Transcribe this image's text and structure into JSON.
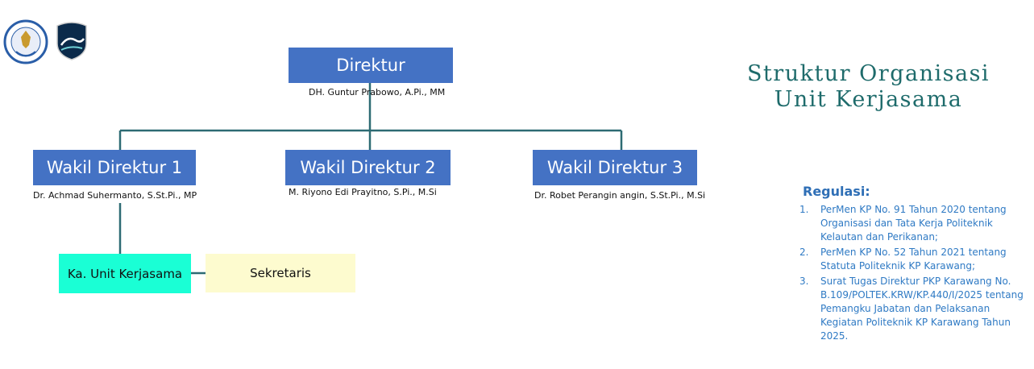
{
  "title": {
    "line1": "Struktur Organisasi",
    "line2": "Unit Kerjasama"
  },
  "org": {
    "direktur": {
      "role": "Direktur",
      "name": "DH. Guntur Prabowo, A.Pi., MM"
    },
    "wakil1": {
      "role": "Wakil Direktur 1",
      "name": "Dr. Achmad Suhermanto, S.St.Pi., MP"
    },
    "wakil2": {
      "role": "Wakil Direktur 2",
      "name": "M. Riyono Edi Prayitno, S.Pi., M.Si"
    },
    "wakil3": {
      "role": "Wakil Direktur 3",
      "name": "Dr. Robet Perangin angin, S.St.Pi., M.Si"
    },
    "ka_unit": {
      "role": "Ka. Unit Kerjasama"
    },
    "sekretaris": {
      "role": "Sekretaris"
    }
  },
  "regulasi": {
    "heading": "Regulasi:",
    "items": [
      {
        "num": "1.",
        "text": "PerMen KP No. 91 Tahun 2020 tentang Organisasi dan Tata Kerja Politeknik Kelautan dan Perikanan;"
      },
      {
        "num": "2.",
        "text": "PerMen KP No. 52 Tahun 2021 tentang Statuta Politeknik KP Karawang;"
      },
      {
        "num": "3.",
        "text": "Surat Tugas Direktur PKP Karawang No. B.109/POLTEK.KRW/KP.440/I/2025 tentang Pemangku Jabatan dan Pelaksanan Kegiatan Politeknik KP Karawang Tahun 2025."
      }
    ]
  },
  "colors": {
    "box_blue": "#4472c4",
    "box_teal": "#1affd5",
    "box_cream": "#fdfbcf",
    "connector": "#2d6b73",
    "title": "#1e6b6b",
    "regulasi": "#2f7ac4"
  },
  "logos": [
    "kkp-logo",
    "poltek-kp-logo"
  ]
}
